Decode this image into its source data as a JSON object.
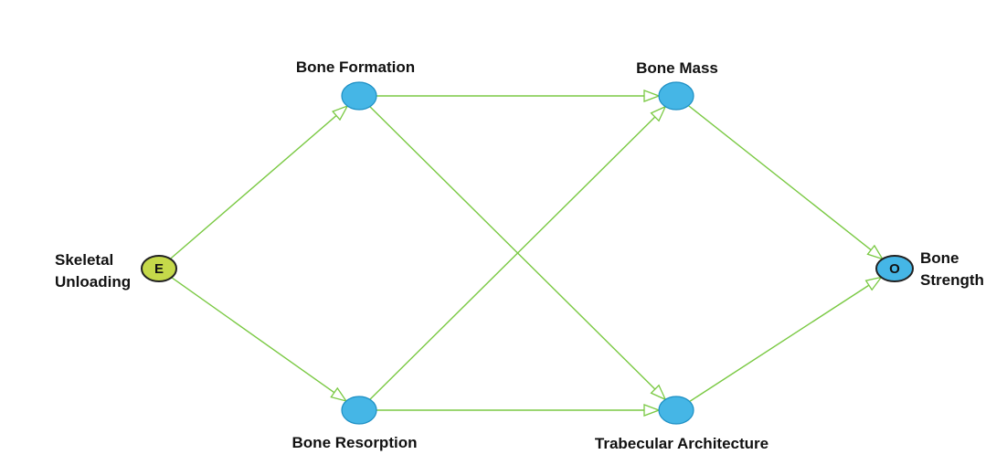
{
  "colors": {
    "edge": "#7ac943",
    "node_fill": "#45b6e6",
    "node_stroke": "#1d8fc4",
    "exposure_fill": "#c5d94a",
    "exposure_stroke": "#222222",
    "outcome_fill": "#45b6e6",
    "outcome_stroke": "#222222"
  },
  "nodes": {
    "exposure": {
      "line1": "Skeletal",
      "line2": "Unloading",
      "marker": "E"
    },
    "bone_formation": {
      "label": "Bone Formation"
    },
    "bone_resorption": {
      "label": "Bone Resorption"
    },
    "bone_mass": {
      "label": "Bone Mass"
    },
    "trabecular": {
      "label": "Trabecular Architecture"
    },
    "outcome": {
      "line1": "Bone",
      "line2": "Strength",
      "marker": "O"
    }
  },
  "edges": [
    {
      "from": "exposure",
      "to": "bone_formation"
    },
    {
      "from": "exposure",
      "to": "bone_resorption"
    },
    {
      "from": "bone_formation",
      "to": "bone_mass"
    },
    {
      "from": "bone_formation",
      "to": "trabecular"
    },
    {
      "from": "bone_resorption",
      "to": "bone_mass"
    },
    {
      "from": "bone_resorption",
      "to": "trabecular"
    },
    {
      "from": "bone_mass",
      "to": "outcome"
    },
    {
      "from": "trabecular",
      "to": "outcome"
    }
  ]
}
